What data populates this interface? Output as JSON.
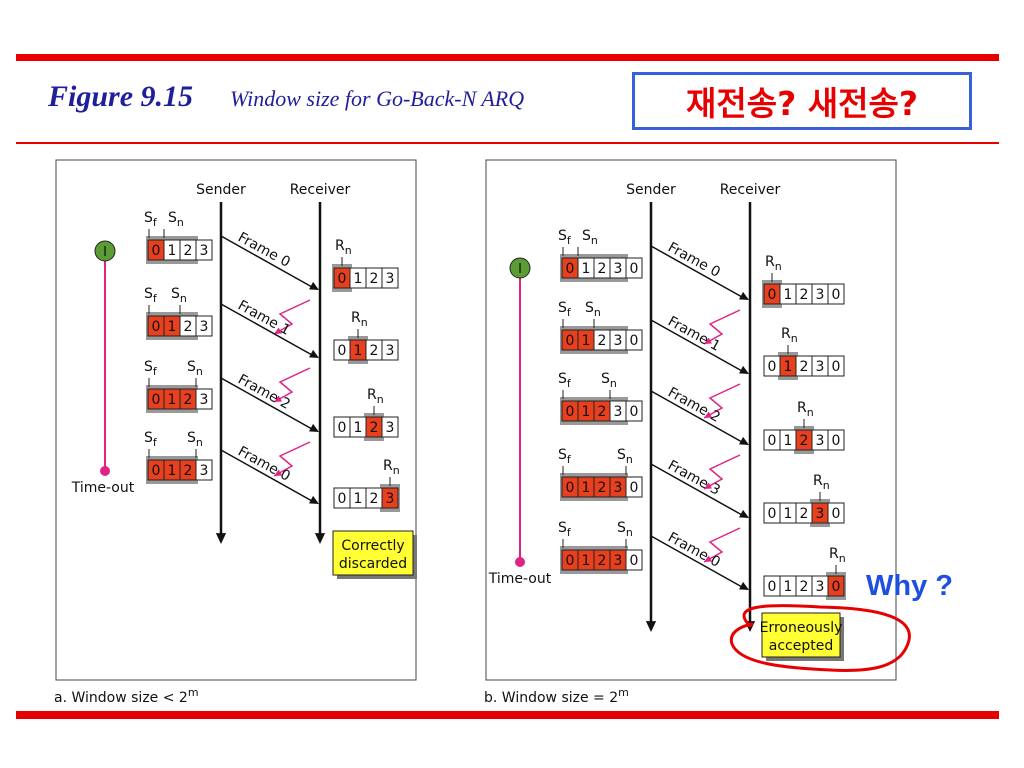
{
  "header": {
    "figure_label": "Figure 9.15",
    "caption": "Window size for Go-Back-N ARQ",
    "korean_note": "재전송? 새전송?"
  },
  "annotation": {
    "why": "Why ?"
  },
  "colors": {
    "rule_red": "#e80000",
    "title_blue": "#1f1f9c",
    "box_blue": "#3860d8",
    "frame_fill": "#e8401e",
    "window_grey": "#999999",
    "note_yellow": "#ffff33",
    "timer_green": "#5c9c34",
    "timeout_pink": "#e02484",
    "nak_pink": "#e02484",
    "why_blue": "#1f4fe0",
    "ellipse_red": "#e80000"
  },
  "panels": [
    {
      "id": "a",
      "sender_label": "Sender",
      "receiver_label": "Receiver",
      "sf_label": "S",
      "sf_sub": "f",
      "sn_label": "S",
      "sn_sub": "n",
      "rn_label": "R",
      "rn_sub": "n",
      "timer_label": "I",
      "timeout_label": "Time-out",
      "caption_main": "a. Window size < 2",
      "caption_sup": "m",
      "result_line1": "Correctly",
      "result_line2": "discarded",
      "frames": [
        "Frame 0",
        "Frame 1",
        "Frame 2",
        "Frame 0"
      ],
      "sender_windows": [
        {
          "cells": [
            "0",
            "1",
            "2",
            "3"
          ],
          "filled": [
            0
          ],
          "window_start": 0,
          "window_end": 2,
          "sn": 1
        },
        {
          "cells": [
            "0",
            "1",
            "2",
            "3"
          ],
          "filled": [
            0,
            1
          ],
          "window_start": 0,
          "window_end": 2,
          "sn": 2
        },
        {
          "cells": [
            "0",
            "1",
            "2",
            "3"
          ],
          "filled": [
            0,
            1,
            2
          ],
          "window_start": 0,
          "window_end": 2,
          "sn": 3
        },
        {
          "cells": [
            "0",
            "1",
            "2",
            "3"
          ],
          "filled": [
            0,
            1,
            2
          ],
          "window_start": 0,
          "window_end": 2,
          "sn": 3
        }
      ],
      "receiver_windows": [
        {
          "cells": [
            "0",
            "1",
            "2",
            "3"
          ],
          "rn": 0
        },
        {
          "cells": [
            "0",
            "1",
            "2",
            "3"
          ],
          "rn": 1
        },
        {
          "cells": [
            "0",
            "1",
            "2",
            "3"
          ],
          "rn": 2
        },
        {
          "cells": [
            "0",
            "1",
            "2",
            "3"
          ],
          "rn": 3
        }
      ]
    },
    {
      "id": "b",
      "sender_label": "Sender",
      "receiver_label": "Receiver",
      "sf_label": "S",
      "sf_sub": "f",
      "sn_label": "S",
      "sn_sub": "n",
      "rn_label": "R",
      "rn_sub": "n",
      "timer_label": "I",
      "timeout_label": "Time-out",
      "caption_main": "b. Window size = 2",
      "caption_sup": "m",
      "result_line1": "Erroneously",
      "result_line2": "accepted",
      "frames": [
        "Frame 0",
        "Frame 1",
        "Frame 2",
        "Frame 3",
        "Frame 0"
      ],
      "sender_windows": [
        {
          "cells": [
            "0",
            "1",
            "2",
            "3",
            "0"
          ],
          "filled": [
            0
          ],
          "window_start": 0,
          "window_end": 3,
          "sn": 1
        },
        {
          "cells": [
            "0",
            "1",
            "2",
            "3",
            "0"
          ],
          "filled": [
            0,
            1
          ],
          "window_start": 0,
          "window_end": 3,
          "sn": 2
        },
        {
          "cells": [
            "0",
            "1",
            "2",
            "3",
            "0"
          ],
          "filled": [
            0,
            1,
            2
          ],
          "window_start": 0,
          "window_end": 3,
          "sn": 3
        },
        {
          "cells": [
            "0",
            "1",
            "2",
            "3",
            "0"
          ],
          "filled": [
            0,
            1,
            2,
            3
          ],
          "window_start": 0,
          "window_end": 3,
          "sn": 4
        },
        {
          "cells": [
            "0",
            "1",
            "2",
            "3",
            "0"
          ],
          "filled": [
            0,
            1,
            2,
            3
          ],
          "window_start": 0,
          "window_end": 3,
          "sn": 4
        }
      ],
      "receiver_windows": [
        {
          "cells": [
            "0",
            "1",
            "2",
            "3",
            "0"
          ],
          "rn": 0
        },
        {
          "cells": [
            "0",
            "1",
            "2",
            "3",
            "0"
          ],
          "rn": 1
        },
        {
          "cells": [
            "0",
            "1",
            "2",
            "3",
            "0"
          ],
          "rn": 2
        },
        {
          "cells": [
            "0",
            "1",
            "2",
            "3",
            "0"
          ],
          "rn": 3
        },
        {
          "cells": [
            "0",
            "1",
            "2",
            "3",
            "0"
          ],
          "rn": 4
        }
      ]
    }
  ]
}
